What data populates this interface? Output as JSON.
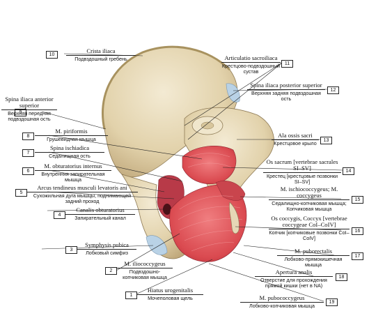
{
  "labels": [
    {
      "n": "10",
      "lat": "Crista iliaca",
      "rus": "Подвздошный гребень"
    },
    {
      "n": "9",
      "lat": "Spina iliaca anterior superior",
      "rus": "Верхняя передняя подвздошная ость"
    },
    {
      "n": "8",
      "lat": "M. piriformis",
      "rus": "Грушевидная мышца"
    },
    {
      "n": "7",
      "lat": "Spina ischiadica",
      "rus": "Седалищная ость"
    },
    {
      "n": "6",
      "lat": "M. obturatorius internus",
      "rus": "Внутренняя запирательная мышца"
    },
    {
      "n": "5",
      "lat": "Arcus tendineus musculi levatoris ani",
      "rus": "Сухожильная дуга мышцы, поднимающей задний проход"
    },
    {
      "n": "4",
      "lat": "Canalis obturatorius",
      "rus": "Запирательный канал"
    },
    {
      "n": "3",
      "lat": "Symphysis pubica",
      "rus": "Лобковый симфиз"
    },
    {
      "n": "2",
      "lat": "M. iliococcygeus",
      "rus": "Подвздошно-копчиковая мышца"
    },
    {
      "n": "1",
      "lat": "Hiatus urogenitalis",
      "rus": "Мочеполовая щель"
    },
    {
      "n": "11",
      "lat": "Articulatio sacroiliaca",
      "rus": "Крестцово-подвздошный сустав"
    },
    {
      "n": "12",
      "lat": "Spina iliaca posterior superior",
      "rus": "Верхняя задняя подвздошная ость"
    },
    {
      "n": "13",
      "lat": "Ala ossis sacri",
      "rus": "Крестцовое крыло"
    },
    {
      "n": "14",
      "lat": "Os sacrum [vertebrae sacrales SI–SV]",
      "rus": "Крестец [крестцовые позвонки SI–SV]"
    },
    {
      "n": "15",
      "lat": "M. ischiococcygeus; M. coccygeus",
      "rus": "Седалищно-копчиковая мышца; Копчиковая мышца"
    },
    {
      "n": "16",
      "lat": "Os coccygis, Coccyx [vertebrae coccygeae CoI–CoIV]",
      "rus": "Копчик [копчиковые позвонки CoI–CoIV]"
    },
    {
      "n": "17",
      "lat": "M. puborectalis",
      "rus": "Лобково-прямокишечная мышца"
    },
    {
      "n": "18",
      "lat": "Apertura analis",
      "rus": "Отверстие для прохождения прямой кишки (нет в NA)"
    },
    {
      "n": "19",
      "lat": "M. pubococcygeus",
      "rus": "Лобково-копчиковая мышца"
    }
  ],
  "colors": {
    "bone": "#e6d8b6",
    "bone_shadow": "#c9b48a",
    "muscle": "#d9424a",
    "muscle_light": "#ef7b7f",
    "cartilage": "#b9d2e6",
    "line": "#222222"
  }
}
